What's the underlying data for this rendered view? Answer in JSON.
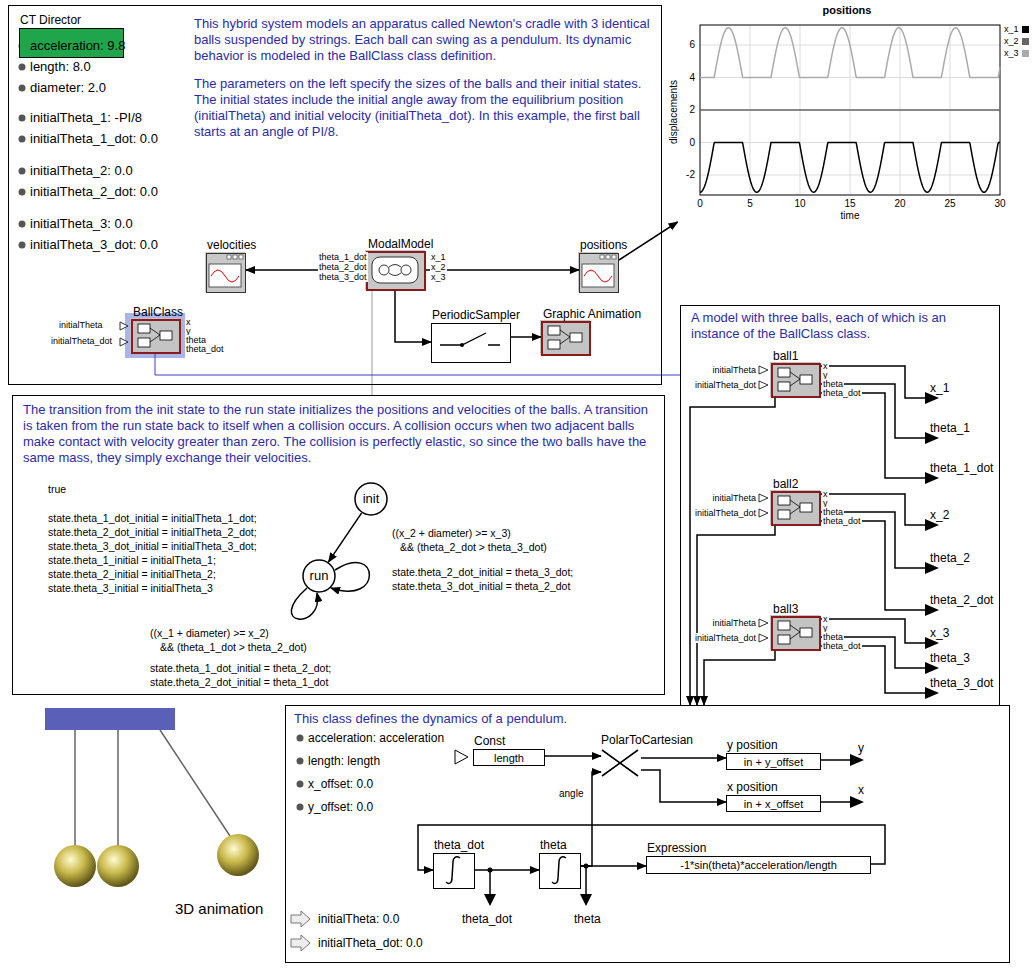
{
  "diagram": {
    "nodes": [
      {
        "text": [
          "This hybrid system models an apparatus called Newton's cradle with 3 identical balls suspended by strings. Each ball can swing as a pendulum. Its dynamic behavior is modeled in the BallClass class definition.",
          "The parameters on the left specify the sizes of the balls and their initial states. The initial states include the initial angle away from the equilibrium position (initialTheta) and initial velocity (initialTheta_dot). In this example, the first ball starts at an angle of PI/8."
        ]
      },
      {
        "text": [
          "CT Director"
        ],
        "in": 0
      },
      {
        "text": [
          "velocities"
        ],
        "in": 0
      },
      {
        "text": [
          "ModalModel"
        ],
        "in": 0
      },
      {
        "text": [
          "positions"
        ],
        "in": 0
      },
      {
        "text": [
          "BallClass"
        ],
        "in": 0
      },
      {
        "text": [
          "PeriodicSampler"
        ],
        "in": 0
      },
      {
        "text": [
          "Graphic Animation"
        ],
        "in": 0
      },
      {
        "text": [
          "positions"
        ]
      },
      {
        "text": [
          "The transition from the init state to the run state initializes the positions and velocities of the balls. A transition is taken from the run state back to itself when a collision occurs. A collision occurs when two adjacent balls make contact with velocity greater than zero. The collision is perfectly elastic, so since the two balls have the same mass, they simply exchange their velocities."
        ]
      },
      {
        "text": [
          "init"
        ],
        "in": 9
      },
      {
        "text": [
          "run"
        ],
        "in": 9
      },
      {
        "text": [
          "A model with three balls, each of which is an instance of the BallClass class."
        ]
      },
      {
        "text": [
          "ball1"
        ],
        "in": 12
      },
      {
        "text": [
          "ball2"
        ],
        "in": 12
      },
      {
        "text": [
          "ball3"
        ],
        "in": 12
      },
      {
        "text": [
          "This class defines the dynamics of a pendulum."
        ]
      },
      {
        "text": [
          "Const",
          "length"
        ],
        "in": 16
      },
      {
        "text": [
          "PolarToCartesian"
        ],
        "in": 16
      },
      {
        "text": [
          "y position",
          "in + y_offset"
        ],
        "in": 16
      },
      {
        "text": [
          "x position",
          "in + x_offset"
        ],
        "in": 16
      },
      {
        "text": [
          "theta_dot"
        ],
        "in": 16
      },
      {
        "text": [
          "theta"
        ],
        "in": 16
      },
      {
        "text": [
          "Expression",
          "-1*sin(theta)*acceleration/length"
        ],
        "in": 16
      }
    ],
    "edges": [
      {
        "from": 3,
        "to": 2,
        "arrow": "to"
      },
      {
        "from": 3,
        "to": 4,
        "arrow": "to"
      },
      {
        "from": 3,
        "to": 6,
        "arrow": "to"
      },
      {
        "from": 6,
        "to": 7,
        "arrow": "to"
      },
      {
        "from": 4,
        "to": 8,
        "arrow": "to"
      },
      {
        "from": 3,
        "to": 9,
        "arrow": "none"
      },
      {
        "from": 5,
        "to": 12,
        "arrow": "none"
      },
      {
        "from": 10,
        "to": 11,
        "arrow": "to"
      },
      {
        "from": 11,
        "to": 11,
        "arrow": "to"
      },
      {
        "from": 11,
        "to": 11,
        "arrow": "to"
      },
      {
        "from": 13,
        "to": 16,
        "arrow": "to"
      },
      {
        "from": 14,
        "to": 16,
        "arrow": "to"
      },
      {
        "from": 15,
        "to": 16,
        "arrow": "to"
      },
      {
        "from": 17,
        "to": 18,
        "arrow": "to"
      },
      {
        "from": 18,
        "to": 19,
        "arrow": "to"
      },
      {
        "from": 18,
        "to": 20,
        "arrow": "to"
      },
      {
        "from": 22,
        "to": 18,
        "label": "angle",
        "arrow": "to"
      },
      {
        "from": 21,
        "to": 22,
        "arrow": "to"
      },
      {
        "from": 22,
        "to": 23,
        "arrow": "to"
      },
      {
        "from": 23,
        "to": 21,
        "arrow": "to"
      }
    ],
    "labels": [
      "acceleration: 9.8",
      "length: 8.0",
      "diameter: 2.0",
      "initialTheta_1: -PI/8",
      "initialTheta_1_dot: 0.0",
      "initialTheta_2: 0.0",
      "initialTheta_2_dot: 0.0",
      "initialTheta_3: 0.0",
      "initialTheta_3_dot: 0.0",
      "theta_1_dot",
      "theta_2_dot",
      "theta_3_dot",
      "x_1",
      "x_2",
      "x_3",
      "initialTheta",
      "initialTheta_dot",
      "x",
      "y",
      "theta",
      "theta_dot",
      "0",
      "5",
      "10",
      "15",
      "20",
      "25",
      "30",
      "6",
      "4",
      "2",
      "0",
      "-2",
      "displacements",
      "time",
      "true",
      "state.theta_1_dot_initial = initialTheta_1_dot;",
      "state.theta_2_dot_initial = initialTheta_2_dot;",
      "state.theta_3_dot_initial = initialTheta_3_dot;",
      "state.theta_1_initial = initialTheta_1;",
      "state.theta_2_initial = initialTheta_2;",
      "state.theta_3_initial = initialTheta_3",
      "((x_2 + diameter) >= x_3)",
      "&& (theta_2_dot > theta_3_dot)",
      "state.theta_2_dot_initial = theta_3_dot;",
      "state.theta_3_dot_initial = theta_2_dot",
      "((x_1 + diameter) >= x_2)",
      "&& (theta_1_dot > theta_2_dot)",
      "state.theta_1_dot_initial = theta_2_dot;",
      "state.theta_2_dot_initial = theta_1_dot",
      "initialTheta",
      "initialTheta_dot",
      "x",
      "y",
      "theta",
      "theta_dot",
      "initialTheta",
      "initialTheta_dot",
      "x",
      "y",
      "theta",
      "theta_dot",
      "initialTheta",
      "initialTheta_dot",
      "x",
      "y",
      "theta",
      "theta_dot",
      "x_1",
      "theta_1",
      "theta_1_dot",
      "x_2",
      "theta_2",
      "theta_2_dot",
      "x_3",
      "theta_3",
      "theta_3_dot",
      "acceleration: acceleration",
      "length: length",
      "x_offset: 0.0",
      "y_offset: 0.0",
      "y",
      "x",
      "theta_dot",
      "theta",
      "initialTheta: 0.0",
      "initialTheta_dot: 0.0",
      "3D animation"
    ],
    "legend": [
      {
        "text": "x_1",
        "color": "#000000"
      },
      {
        "text": "x_2",
        "color": "#666666"
      },
      {
        "text": "x_3",
        "color": "#aaaaaa"
      }
    ]
  }
}
